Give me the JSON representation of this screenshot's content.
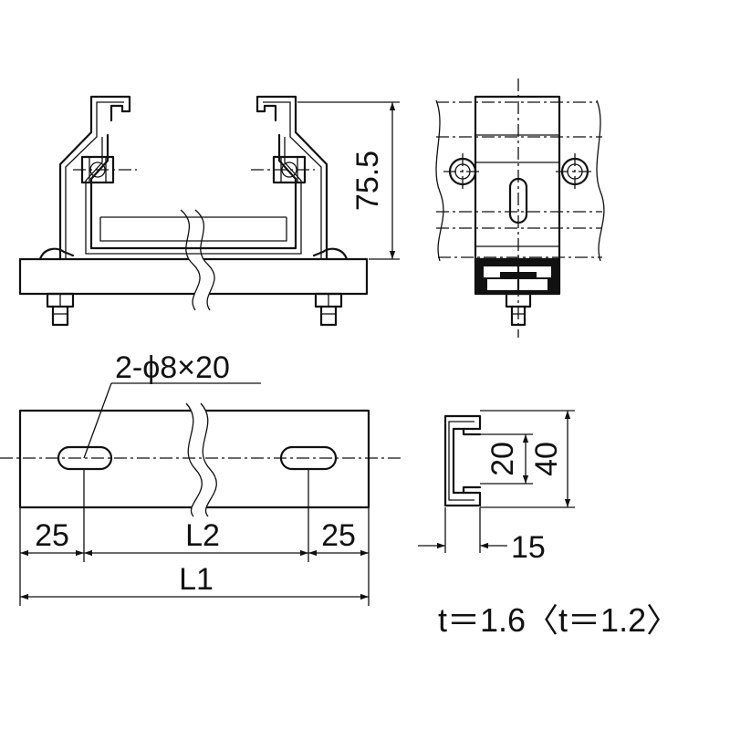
{
  "dimensions": {
    "height_75_5": "75.5",
    "slot_spec": "2-ϕ8×20",
    "edge_left": "25",
    "edge_right": "25",
    "l2": "L2",
    "l1": "L1",
    "inner_20": "20",
    "outer_40": "40",
    "width_15": "15"
  },
  "note": "t＝1.6〈t＝1.2〉",
  "colors": {
    "line": "#111111",
    "background": "#ffffff"
  }
}
